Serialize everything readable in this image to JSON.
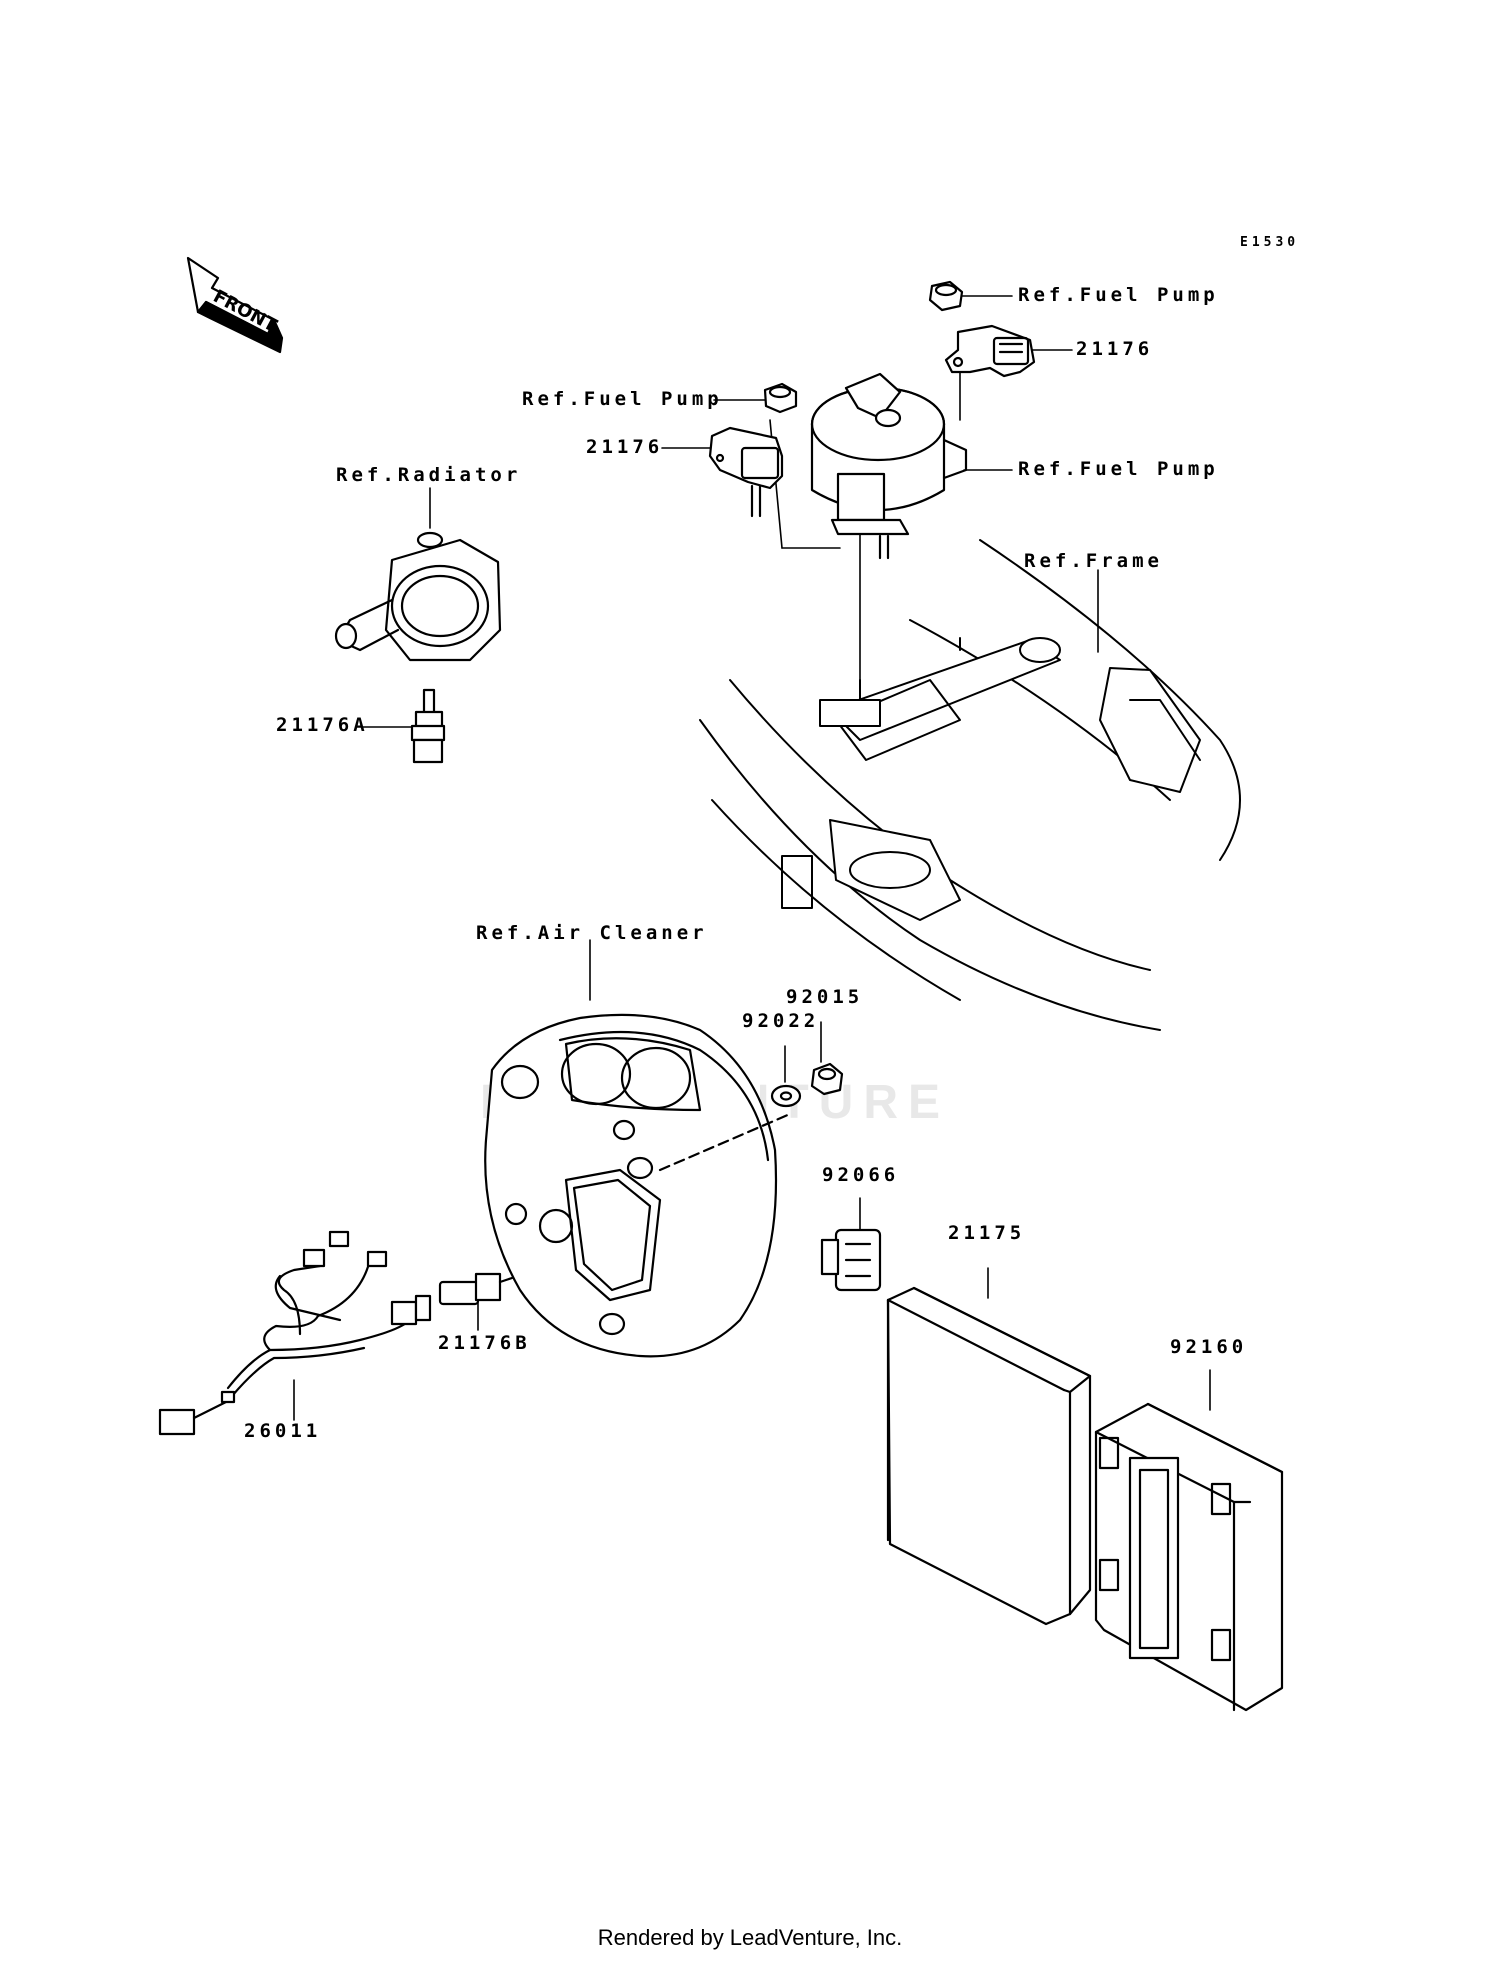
{
  "diagram": {
    "code": "E1530",
    "front_label": "FRONT",
    "watermark": "LEADVENTURE",
    "footer": "Rendered by LeadVenture, Inc.",
    "labels": {
      "ref_fuel_pump_top": "Ref.Fuel Pump",
      "part_21176_right": "21176",
      "ref_fuel_pump_left": "Ref.Fuel Pump",
      "part_21176_left": "21176",
      "ref_fuel_pump_mid": "Ref.Fuel Pump",
      "ref_radiator": "Ref.Radiator",
      "ref_frame": "Ref.Frame",
      "part_21176A": "21176A",
      "ref_air_cleaner": "Ref.Air Cleaner",
      "part_92015": "92015",
      "part_92022": "92022",
      "part_92066": "92066",
      "part_21175": "21175",
      "part_92160": "92160",
      "part_21176B": "21176B",
      "part_26011": "26011"
    }
  }
}
